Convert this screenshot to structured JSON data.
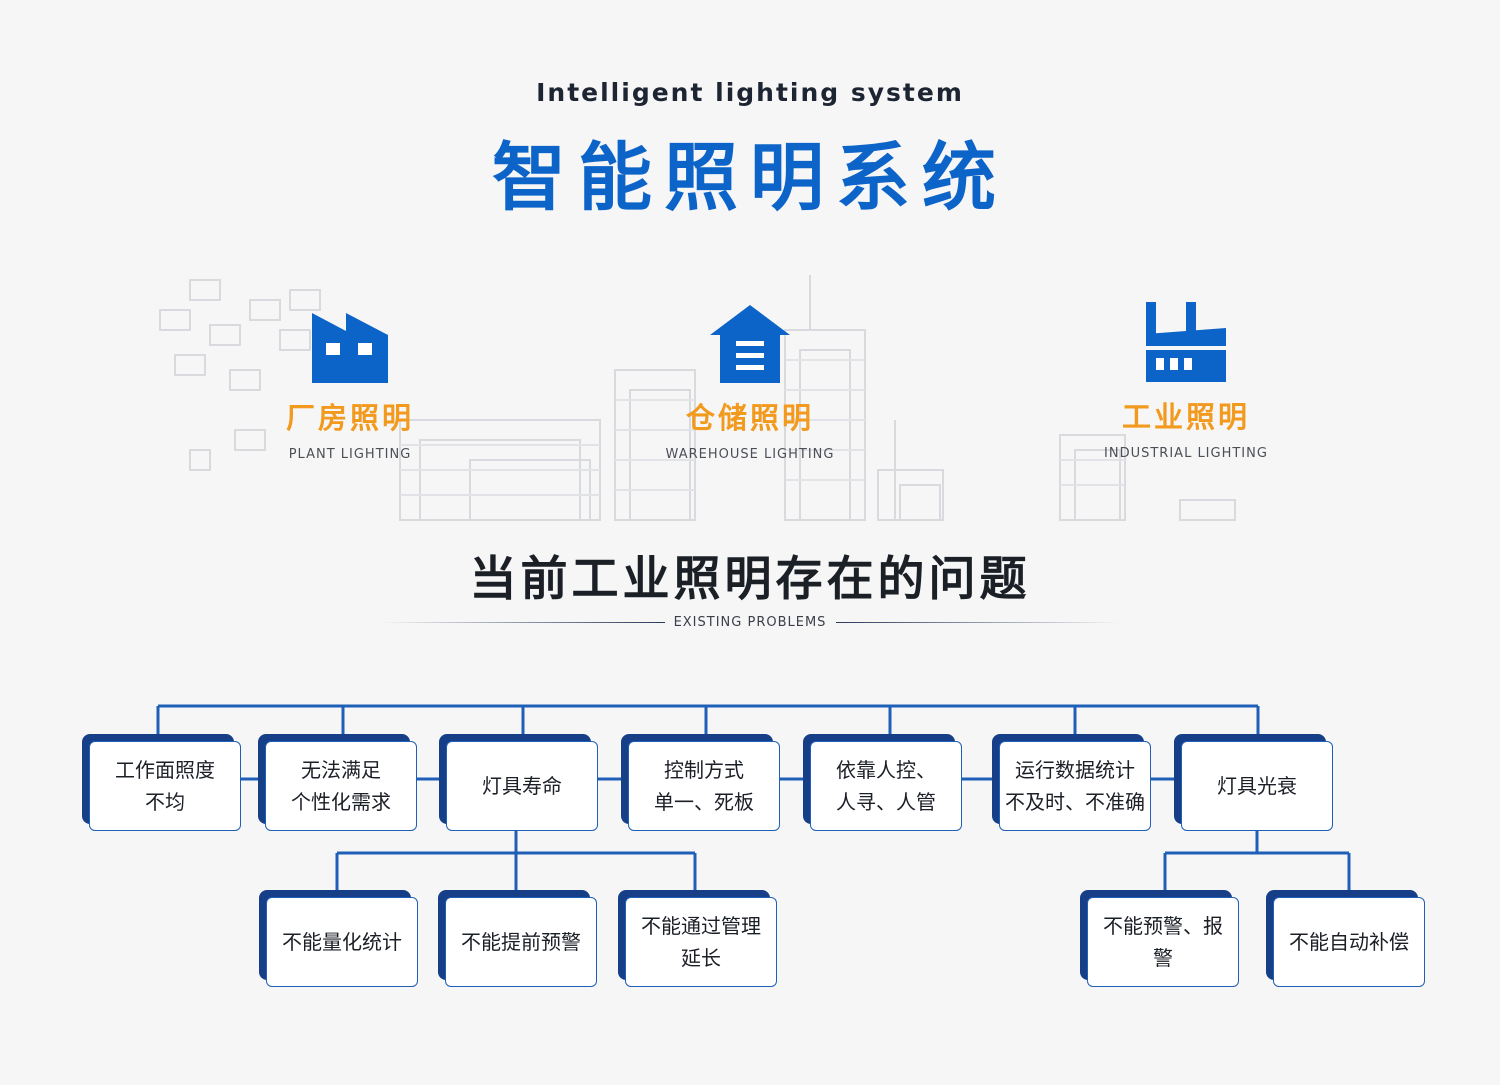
{
  "header": {
    "subtitle": "Intelligent lighting system",
    "title": "智能照明系统"
  },
  "categories": [
    {
      "name": "厂房照明",
      "en": "PLANT LIGHTING",
      "icon": "factory-icon"
    },
    {
      "name": "仓储照明",
      "en": "WAREHOUSE LIGHTING",
      "icon": "warehouse-icon"
    },
    {
      "name": "工业照明",
      "en": "INDUSTRIAL LIGHTING",
      "icon": "industrial-plant-icon"
    }
  ],
  "problems": {
    "title": "当前工业照明存在的问题",
    "subtitle": "EXISTING PROBLEMS",
    "items": [
      {
        "label": "工作面照度\n不均"
      },
      {
        "label": "无法满足\n个性化需求"
      },
      {
        "label": "灯具寿命",
        "children": [
          "不能量化统计",
          "不能提前预警",
          "不能通过管理\n延长"
        ]
      },
      {
        "label": "控制方式\n单一、死板"
      },
      {
        "label": "依靠人控、\n人寻、人管"
      },
      {
        "label": "运行数据统计\n不及时、不准确"
      },
      {
        "label": "灯具光衰",
        "children": [
          "不能预警、报\n警",
          "不能自动补偿"
        ]
      }
    ]
  },
  "colors": {
    "brand_blue": "#0d64c8",
    "accent_orange": "#f29a1d",
    "node_shadow": "#163f88",
    "connector": "#1f5fb8"
  }
}
